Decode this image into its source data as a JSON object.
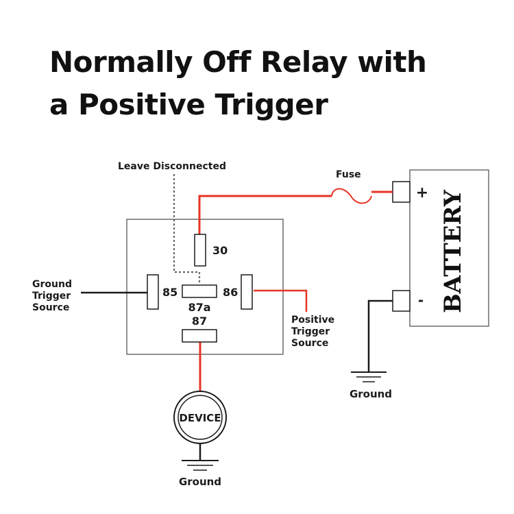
{
  "title": {
    "line1": "Normally Off Relay with",
    "line2": "a Positive Trigger"
  },
  "colors": {
    "wire_red": "#e63324",
    "wire_black": "#1a1a1a",
    "dotted": "#666666",
    "outline": "#555555"
  },
  "labels": {
    "leave_disconnected": "Leave Disconnected",
    "fuse": "Fuse",
    "pin_30": "30",
    "pin_85": "85",
    "pin_86": "86",
    "pin_87a": "87a",
    "pin_87": "87",
    "ground_trigger": [
      "Ground",
      "Trigger",
      "Source"
    ],
    "positive_trigger": [
      "Positive",
      "Trigger",
      "Source"
    ],
    "battery": "BATTERY",
    "battery_plus": "+",
    "battery_minus": "-",
    "device": "DEVICE",
    "ground_battery": "Ground",
    "ground_device": "Ground"
  }
}
